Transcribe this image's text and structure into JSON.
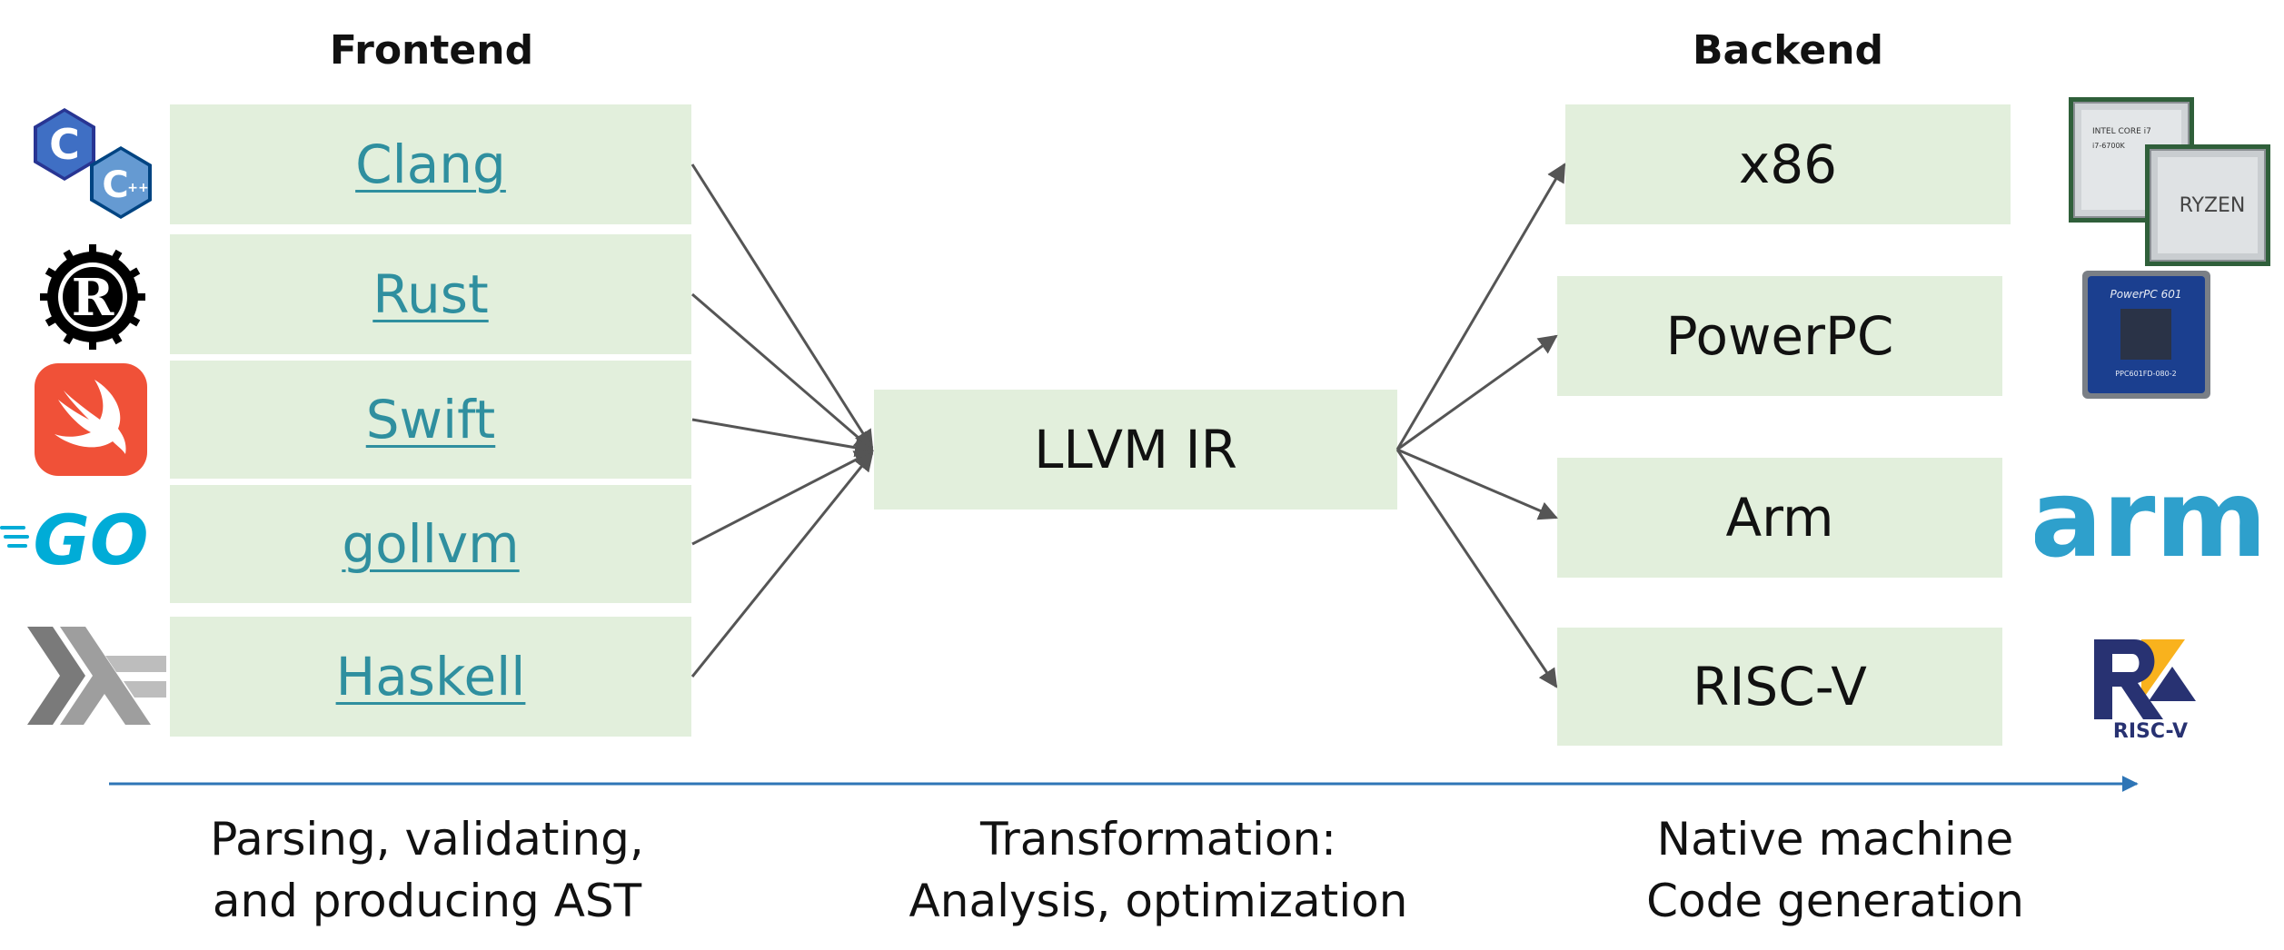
{
  "headings": {
    "frontend": "Frontend",
    "backend": "Backend"
  },
  "frontend_items": [
    {
      "label": "Clang",
      "icon": "c-cpp-logo-icon"
    },
    {
      "label": "Rust",
      "icon": "rust-logo-icon"
    },
    {
      "label": "Swift",
      "icon": "swift-logo-icon"
    },
    {
      "label": "gollvm",
      "icon": "go-logo-icon"
    },
    {
      "label": "Haskell",
      "icon": "haskell-logo-icon"
    }
  ],
  "center": {
    "label": "LLVM IR"
  },
  "backend_items": [
    {
      "label": "x86",
      "icon": "x86-cpu-chips-icon"
    },
    {
      "label": "PowerPC",
      "icon": "powerpc-chip-icon"
    },
    {
      "label": "Arm",
      "icon": "arm-logo-icon"
    },
    {
      "label": "RISC-V",
      "icon": "riscv-logo-icon"
    }
  ],
  "captions": {
    "frontend": [
      "Parsing, validating,",
      "and producing AST"
    ],
    "middle": [
      "Transformation:",
      "Analysis, optimization"
    ],
    "backend": [
      "Native machine",
      "Code generation"
    ]
  },
  "logo_text": {
    "cpp_plus": "++",
    "go": "GO",
    "arm": "arm",
    "riscv": "RISC-V",
    "intel_chip": "INTEL CORE i7",
    "ryzen_chip": "RYZEN",
    "ppc_chip": "PowerPC 601"
  },
  "colors": {
    "box_fill": "#e2efdc",
    "link": "#2f8f9f",
    "arrow": "#555555",
    "timeline": "#2e75b6"
  }
}
